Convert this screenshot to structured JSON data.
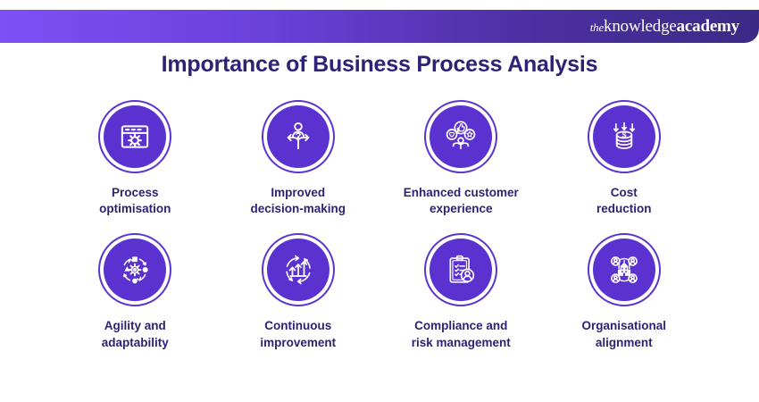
{
  "header": {
    "brand": {
      "the": "the",
      "knowledge": "knowledge",
      "academy": "academy"
    },
    "gradient_start_color": "#7f4ff6",
    "gradient_end_color": "#3a2a86"
  },
  "title": "Importance of Business Process Analysis",
  "colors": {
    "title_text": "#2e2176",
    "badge_fill": "#5b32cf",
    "badge_ring": "#5b35cf",
    "label_text": "#2e2176",
    "page_background": "#ffffff"
  },
  "items": [
    {
      "icon": "browser-gear-icon",
      "label": "Process\noptimisation"
    },
    {
      "icon": "person-branching-arrows-question-icon",
      "label": "Improved\ndecision-making"
    },
    {
      "icon": "person-heart-thumbsup-star-icon",
      "label": "Enhanced customer\nexperience"
    },
    {
      "icon": "coin-stack-down-arrows-icon",
      "label": "Cost\nreduction"
    },
    {
      "icon": "gear-shapes-cycle-icon",
      "label": "Agility and\nadaptability"
    },
    {
      "icon": "rising-arrows-cycle-icon",
      "label": "Continuous\nimprovement"
    },
    {
      "icon": "clipboard-checklist-person-icon",
      "label": "Compliance and\nrisk management"
    },
    {
      "icon": "building-people-network-icon",
      "label": "Organisational\nalignment"
    }
  ]
}
